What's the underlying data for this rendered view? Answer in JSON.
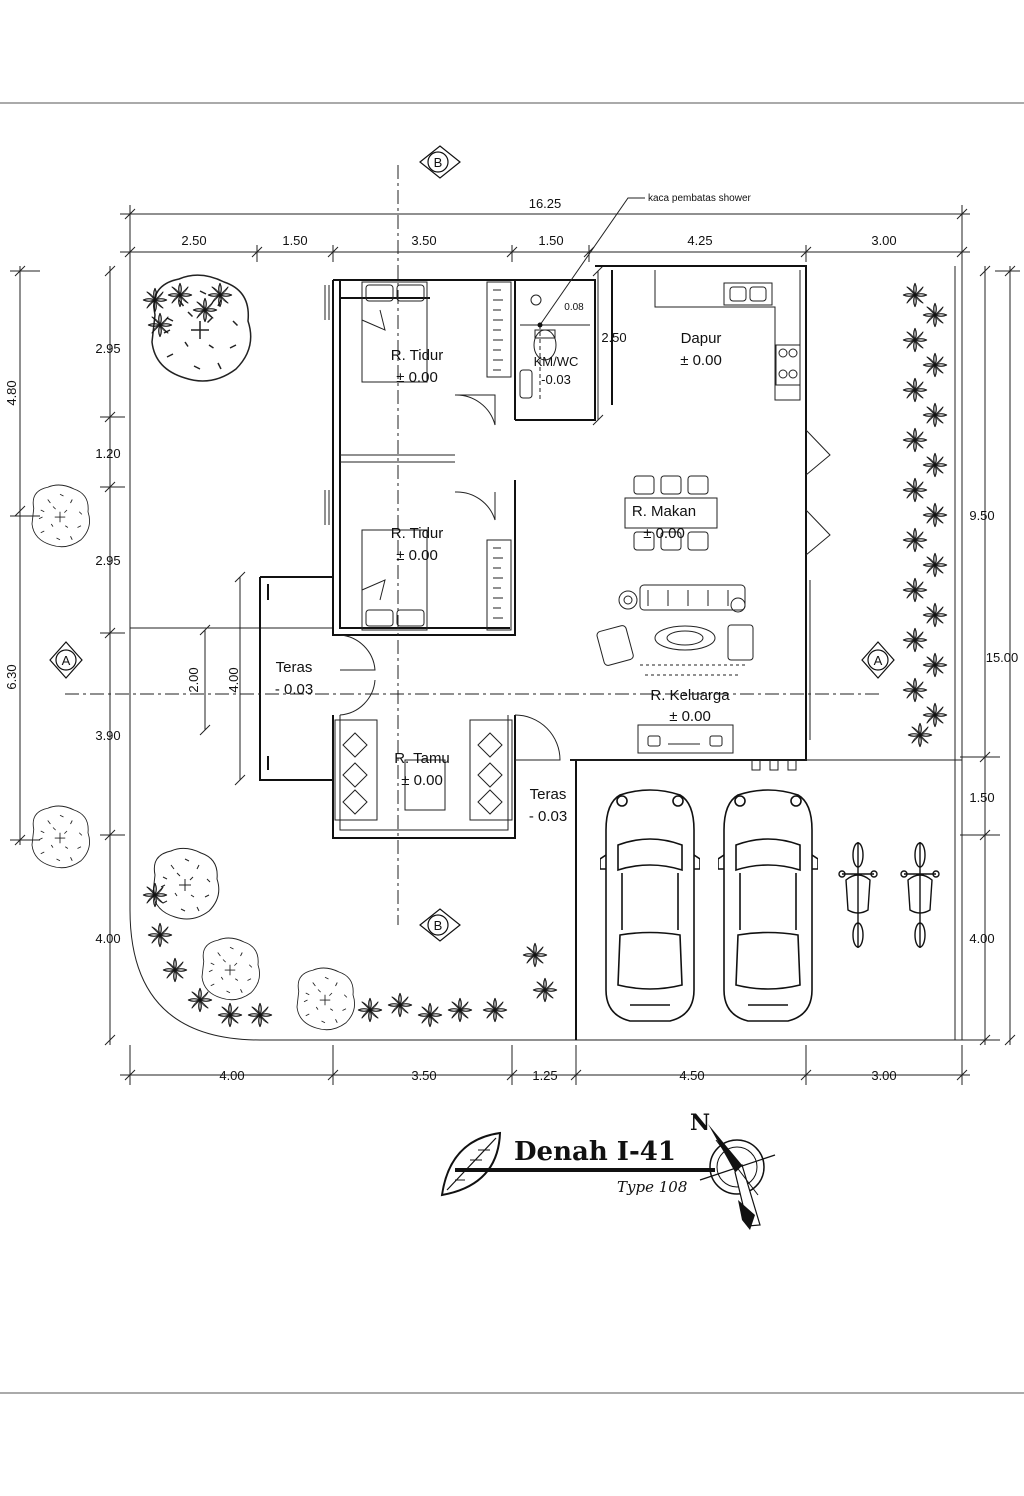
{
  "drawing": {
    "title": "Denah I-41",
    "subtitle": "Type 108",
    "north_label": "N",
    "annotation": "kaca pembatas shower"
  },
  "dimensions": {
    "top_total": "16.25",
    "top": [
      "2.50",
      "1.50",
      "3.50",
      "1.50",
      "4.25",
      "3.00"
    ],
    "bottom": [
      "4.00",
      "3.50",
      "1.25",
      "4.50",
      "3.00"
    ],
    "left_inner": [
      "2.95",
      "1.20",
      "2.95",
      "3.90",
      "4.00"
    ],
    "left_outer": [
      "4.80",
      "6.30"
    ],
    "right_inner": [
      "9.50",
      "1.50",
      "4.00"
    ],
    "right_outer": "15.00",
    "interior": {
      "dapur_depth": "2.50",
      "teras_a": "2.00",
      "teras_b": "4.00",
      "km_level": "0.08"
    }
  },
  "rooms": [
    {
      "name": "R. Tidur",
      "level": "± 0.00"
    },
    {
      "name": "R. Tidur",
      "level": "± 0.00"
    },
    {
      "name": "KM/WC",
      "level": "-0.03"
    },
    {
      "name": "Dapur",
      "level": "± 0.00"
    },
    {
      "name": "R. Makan",
      "level": "± 0.00"
    },
    {
      "name": "R. Keluarga",
      "level": "± 0.00"
    },
    {
      "name": "Teras",
      "level": "- 0.03"
    },
    {
      "name": "R. Tamu",
      "level": "± 0.00"
    },
    {
      "name": "Teras",
      "level": "- 0.03"
    }
  ],
  "section_markers": {
    "a": "A",
    "b": "B"
  }
}
